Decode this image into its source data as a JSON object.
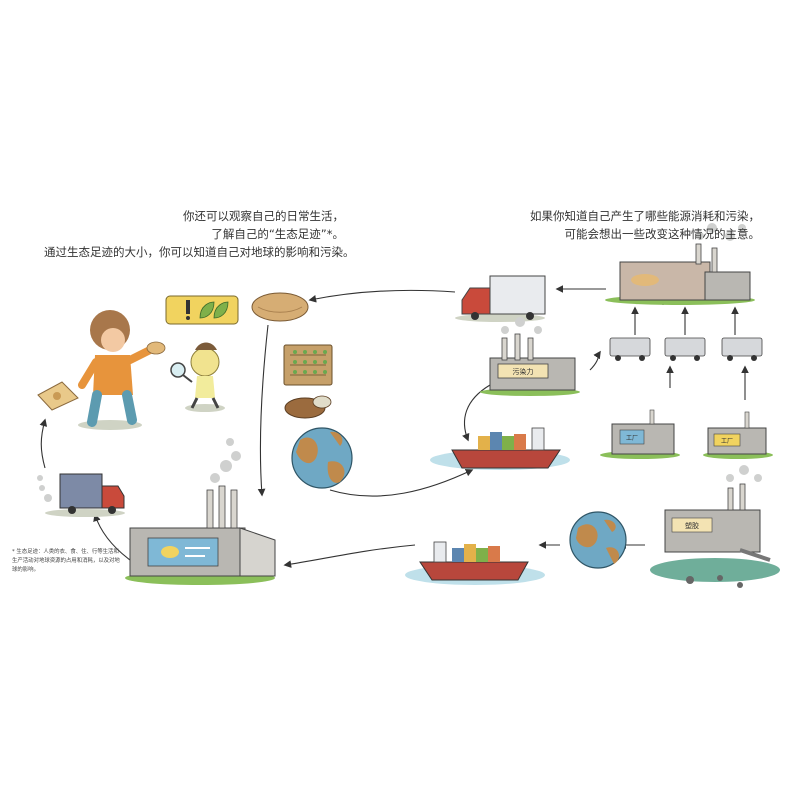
{
  "caption_left": {
    "line1": "你还可以观察自己的日常生活，",
    "line2": "了解自己的“生态足迹”*。",
    "line3": "通过生态足迹的大小，你可以知道自己对地球的影响和污染。"
  },
  "caption_right": {
    "line1": "如果你知道自己产生了哪些能源消耗和污染，",
    "line2": "可能会想出一些改变这种情况的主意。"
  },
  "footnote": {
    "text": "* 生态足迹：人类的衣、食、住、行等生活和生产活动对地球资源的占用和消耗，以及对地球的影响。"
  },
  "signs": {
    "factory_sign": "污染力",
    "small_factory_a": "工厂",
    "small_factory_b": "工厂",
    "pollution_factory": "塑胶"
  },
  "colors": {
    "ink": "#333333",
    "truck_red": "#c94a3b",
    "ship_red": "#b8473c",
    "water": "#bfe0ea",
    "globe_water": "#6fa8c4",
    "globe_land": "#c08a4c",
    "grass": "#8bbf5a",
    "factory_grey": "#b9b7b2"
  },
  "icons": [
    "bread-icon",
    "magnifier-icon",
    "globe-icon",
    "truck-icon",
    "ship-icon",
    "factory-icon",
    "footprint-icon",
    "leaf-icon"
  ]
}
